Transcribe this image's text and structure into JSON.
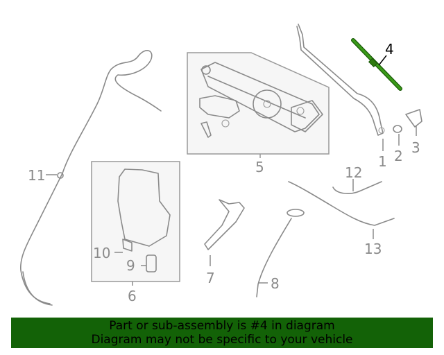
{
  "diagram": {
    "highlighted_part": "4",
    "highlight_color": "#2f8a10",
    "callouts": [
      "1",
      "2",
      "3",
      "4",
      "5",
      "6",
      "7",
      "8",
      "9",
      "10",
      "11",
      "12",
      "13"
    ]
  },
  "banner": {
    "line1": "Part or sub-assembly is #4 in diagram",
    "line2": "Diagram may not be specific to your vehicle",
    "color": "#136207"
  }
}
